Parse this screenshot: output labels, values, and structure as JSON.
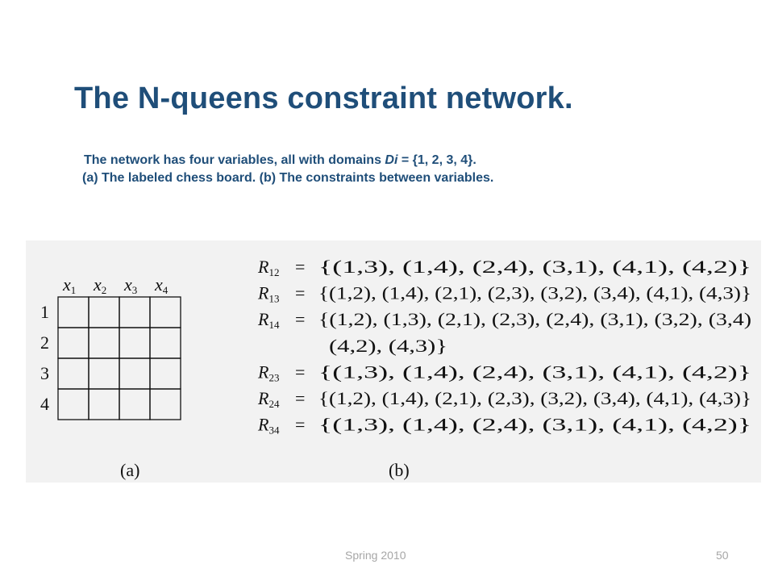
{
  "slide": {
    "title": "The N-queens constraint network.",
    "subtitle": {
      "line1_pre": "The network has four variables, all with domains ",
      "line1_var": "Di",
      "line1_post": " = {1, 2, 3, 4}.",
      "line2": "(a) The labeled chess board. (b) The constraints between variables."
    }
  },
  "figure": {
    "board": {
      "columns": [
        {
          "var": "x",
          "sub": "1"
        },
        {
          "var": "x",
          "sub": "2"
        },
        {
          "var": "x",
          "sub": "3"
        },
        {
          "var": "x",
          "sub": "4"
        }
      ],
      "rows": [
        "1",
        "2",
        "3",
        "4"
      ],
      "caption": "(a)"
    },
    "constraints": {
      "caption": "(b)",
      "equals": "=",
      "lines": [
        {
          "rel": "R",
          "sub": "12",
          "pairs": "{(1,3), (1,4), (2,4), (3,1), (4,1), (4,2)}"
        },
        {
          "rel": "R",
          "sub": "13",
          "pairs": "{(1,2), (1,4), (2,1), (2,3), (3,2), (3,4), (4,1), (4,3)}"
        },
        {
          "rel": "R",
          "sub": "14",
          "pairs": "{(1,2), (1,3), (2,1), (2,3), (2,4), (3,1), (3,2), (3,4)"
        },
        {
          "rel": "",
          "sub": "",
          "pairs": "(4,2), (4,3)}"
        },
        {
          "rel": "R",
          "sub": "23",
          "pairs": "{(1,3), (1,4), (2,4), (3,1), (4,1), (4,2)}"
        },
        {
          "rel": "R",
          "sub": "24",
          "pairs": "{(1,2), (1,4), (2,1), (2,3), (3,2), (3,4), (4,1), (4,3)}"
        },
        {
          "rel": "R",
          "sub": "34",
          "pairs": "{(1,3), (1,4), (2,4), (3,1), (4,1), (4,2)}"
        }
      ]
    }
  },
  "footer": {
    "date": "Spring 2010",
    "page": "50"
  },
  "colors": {
    "title": "#1f4e79",
    "panel_background": "#f2f2f2",
    "footer_text": "#a6a6a6"
  }
}
